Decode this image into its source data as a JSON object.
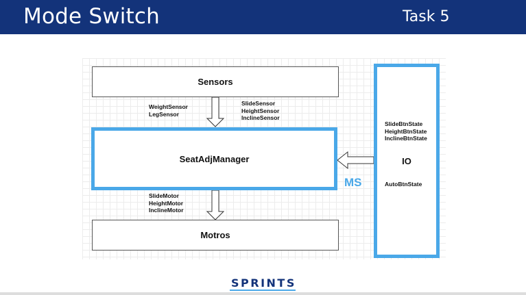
{
  "header": {
    "title": "Mode Switch",
    "task": "Task 5"
  },
  "diagram": {
    "sensors_label": "Sensors",
    "manager_label": "SeatAdjManager",
    "motors_label": "Motros",
    "io_label": "IO",
    "ms_label": "MS",
    "sensors_left_signals": [
      "WeightSensor",
      "LegSensor"
    ],
    "sensors_right_signals": [
      "SlideSensor",
      "HeightSensor",
      "InclineSensor"
    ],
    "motor_signals": [
      "SlideMotor",
      "HeightMotor",
      "InclineMotor"
    ],
    "io_signals_top": [
      "SlideBtnState",
      "HeightBtnState",
      "InclineBtnState"
    ],
    "io_signals_bottom": [
      "AutoBtnState"
    ],
    "highlight_color": "#4aa8e8"
  },
  "footer": {
    "logo_text": "SPRINTS",
    "brand_color": "#13337a"
  }
}
